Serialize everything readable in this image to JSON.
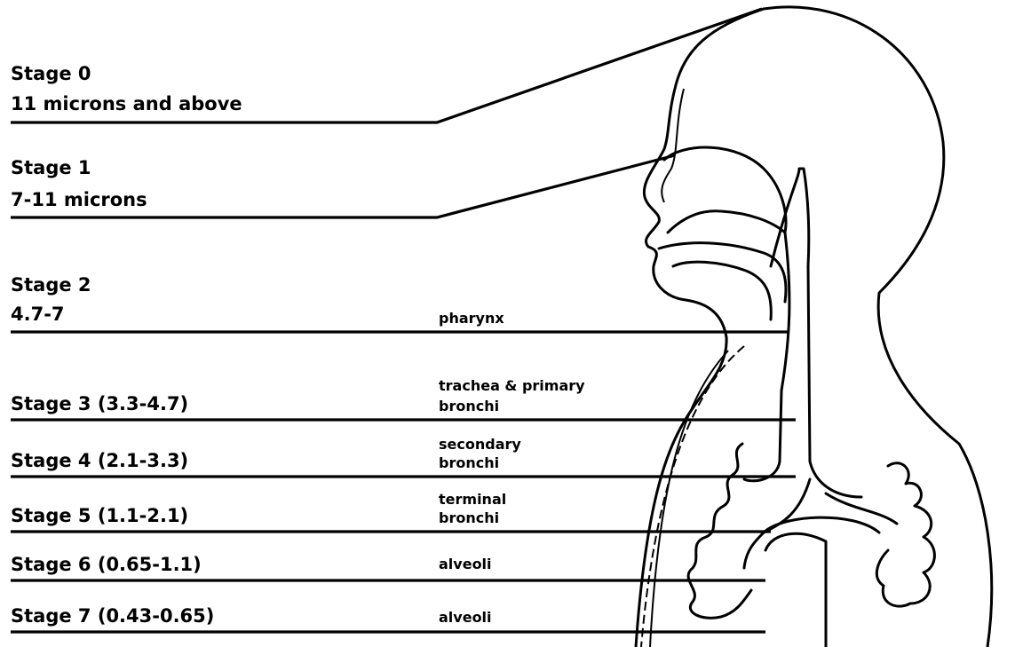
{
  "stages": [
    {
      "line1": "Stage 0",
      "line2": "11 microns and above",
      "region": []
    },
    {
      "line1": "Stage 1",
      "line2": "7-11 microns",
      "region": []
    },
    {
      "line1": "Stage 2",
      "line2": "4.7-7",
      "region": [
        "pharynx"
      ]
    },
    {
      "line1": "Stage 3 (3.3-4.7)",
      "region": [
        "trachea & primary",
        "bronchi"
      ]
    },
    {
      "line1": "Stage 4 (2.1-3.3)",
      "region": [
        "secondary",
        "bronchi"
      ]
    },
    {
      "line1": "Stage 5 (1.1-2.1)",
      "region": [
        "terminal",
        "bronchi"
      ]
    },
    {
      "line1": "Stage 6 (0.65-1.1)",
      "region": [
        "alveoli"
      ]
    },
    {
      "line1": "Stage 7 (0.43-0.65)",
      "region": [
        "alveoli"
      ]
    }
  ]
}
